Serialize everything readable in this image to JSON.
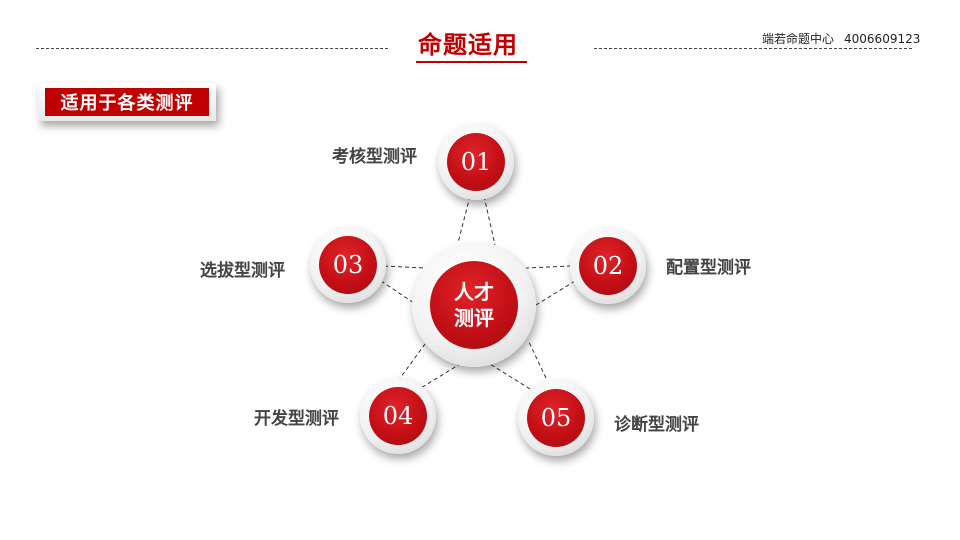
{
  "header": {
    "title": "命题适用",
    "company": "端若命题中心",
    "phone": "4006609123"
  },
  "tag": {
    "label": "适用于各类测评"
  },
  "center": {
    "line1": "人才",
    "line2": "测评"
  },
  "nodes": [
    {
      "num": "01",
      "label": "考核型测评"
    },
    {
      "num": "02",
      "label": "配置型测评"
    },
    {
      "num": "03",
      "label": "选拔型测评"
    },
    {
      "num": "04",
      "label": "开发型测评"
    },
    {
      "num": "05",
      "label": "诊断型测评"
    }
  ],
  "colors": {
    "accent": "#c00000",
    "text": "#444444"
  }
}
